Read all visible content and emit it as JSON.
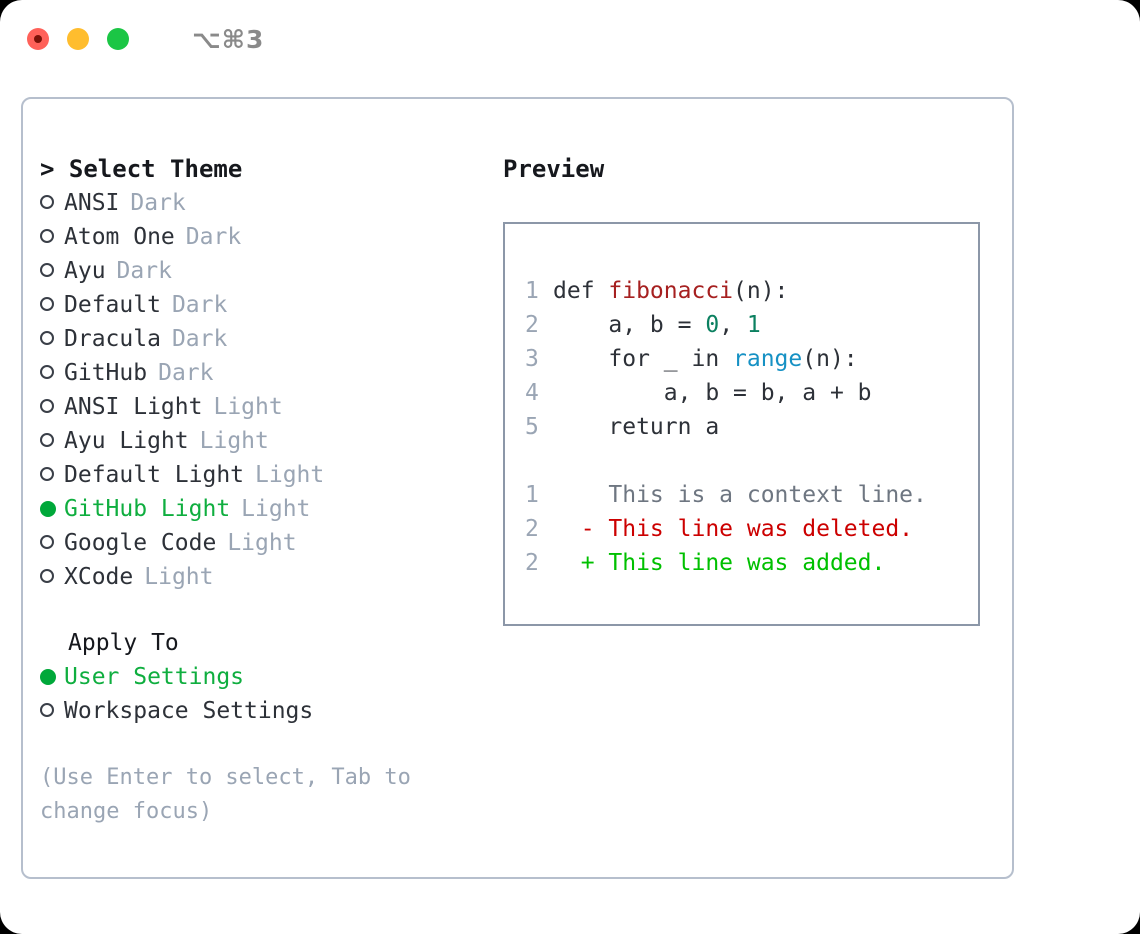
{
  "titlebar": {
    "shortcut": "⌥⌘3",
    "lights": [
      "close-red",
      "minimize-yellow",
      "maximize-green"
    ]
  },
  "left": {
    "heading": "> Select Theme",
    "themes": [
      {
        "name": "ANSI",
        "tag": "Dark",
        "selected": false
      },
      {
        "name": "Atom One",
        "tag": "Dark",
        "selected": false
      },
      {
        "name": "Ayu",
        "tag": "Dark",
        "selected": false
      },
      {
        "name": "Default",
        "tag": "Dark",
        "selected": false
      },
      {
        "name": "Dracula",
        "tag": "Dark",
        "selected": false
      },
      {
        "name": "GitHub",
        "tag": "Dark",
        "selected": false
      },
      {
        "name": "ANSI Light",
        "tag": "Light",
        "selected": false
      },
      {
        "name": "Ayu Light",
        "tag": "Light",
        "selected": false
      },
      {
        "name": "Default Light",
        "tag": "Light",
        "selected": false
      },
      {
        "name": "GitHub Light",
        "tag": "Light",
        "selected": true
      },
      {
        "name": "Google Code",
        "tag": "Light",
        "selected": false
      },
      {
        "name": "XCode",
        "tag": "Light",
        "selected": false
      }
    ],
    "apply_to": {
      "title": "Apply To",
      "options": [
        {
          "name": "User Settings",
          "selected": true
        },
        {
          "name": "Workspace Settings",
          "selected": false
        }
      ]
    },
    "hint": "(Use Enter to select, Tab to change focus)"
  },
  "right": {
    "heading": "Preview",
    "code_lines": [
      {
        "no": "1",
        "segments": [
          {
            "t": "def ",
            "c": "plain"
          },
          {
            "t": "fibonacci",
            "c": "fn"
          },
          {
            "t": "(n):",
            "c": "plain"
          }
        ]
      },
      {
        "no": "2",
        "segments": [
          {
            "t": "    a, b = ",
            "c": "plain"
          },
          {
            "t": "0",
            "c": "num"
          },
          {
            "t": ", ",
            "c": "plain"
          },
          {
            "t": "1",
            "c": "num"
          }
        ]
      },
      {
        "no": "3",
        "segments": [
          {
            "t": "    for _ in ",
            "c": "plain"
          },
          {
            "t": "range",
            "c": "kw"
          },
          {
            "t": "(n):",
            "c": "plain"
          }
        ]
      },
      {
        "no": "4",
        "segments": [
          {
            "t": "        a, b = b, a + b",
            "c": "plain"
          }
        ]
      },
      {
        "no": "5",
        "segments": [
          {
            "t": "    return a",
            "c": "plain"
          }
        ]
      }
    ],
    "diff_lines": [
      {
        "no": "1",
        "marker": "  ",
        "text": "This is a context line.",
        "kind": "ctx"
      },
      {
        "no": "2",
        "marker": "- ",
        "text": "This line was deleted.",
        "kind": "del"
      },
      {
        "no": "2",
        "marker": "+ ",
        "text": "This line was added.",
        "kind": "add"
      }
    ]
  },
  "colors": {
    "selected_green": "#0fae3f",
    "bullet_green": "#00a83a",
    "tag_grey": "#9aa5b4",
    "hint_grey": "#9aa5b4",
    "panel_border": "#b6bfcd",
    "preview_border": "#8c97a8",
    "code_fn_red": "#a62020",
    "code_num_teal": "#0b8060",
    "code_kw_blue": "#1691c4",
    "diff_deleted": "#cc0000",
    "diff_added": "#00c000",
    "diff_context": "#6e7681"
  }
}
